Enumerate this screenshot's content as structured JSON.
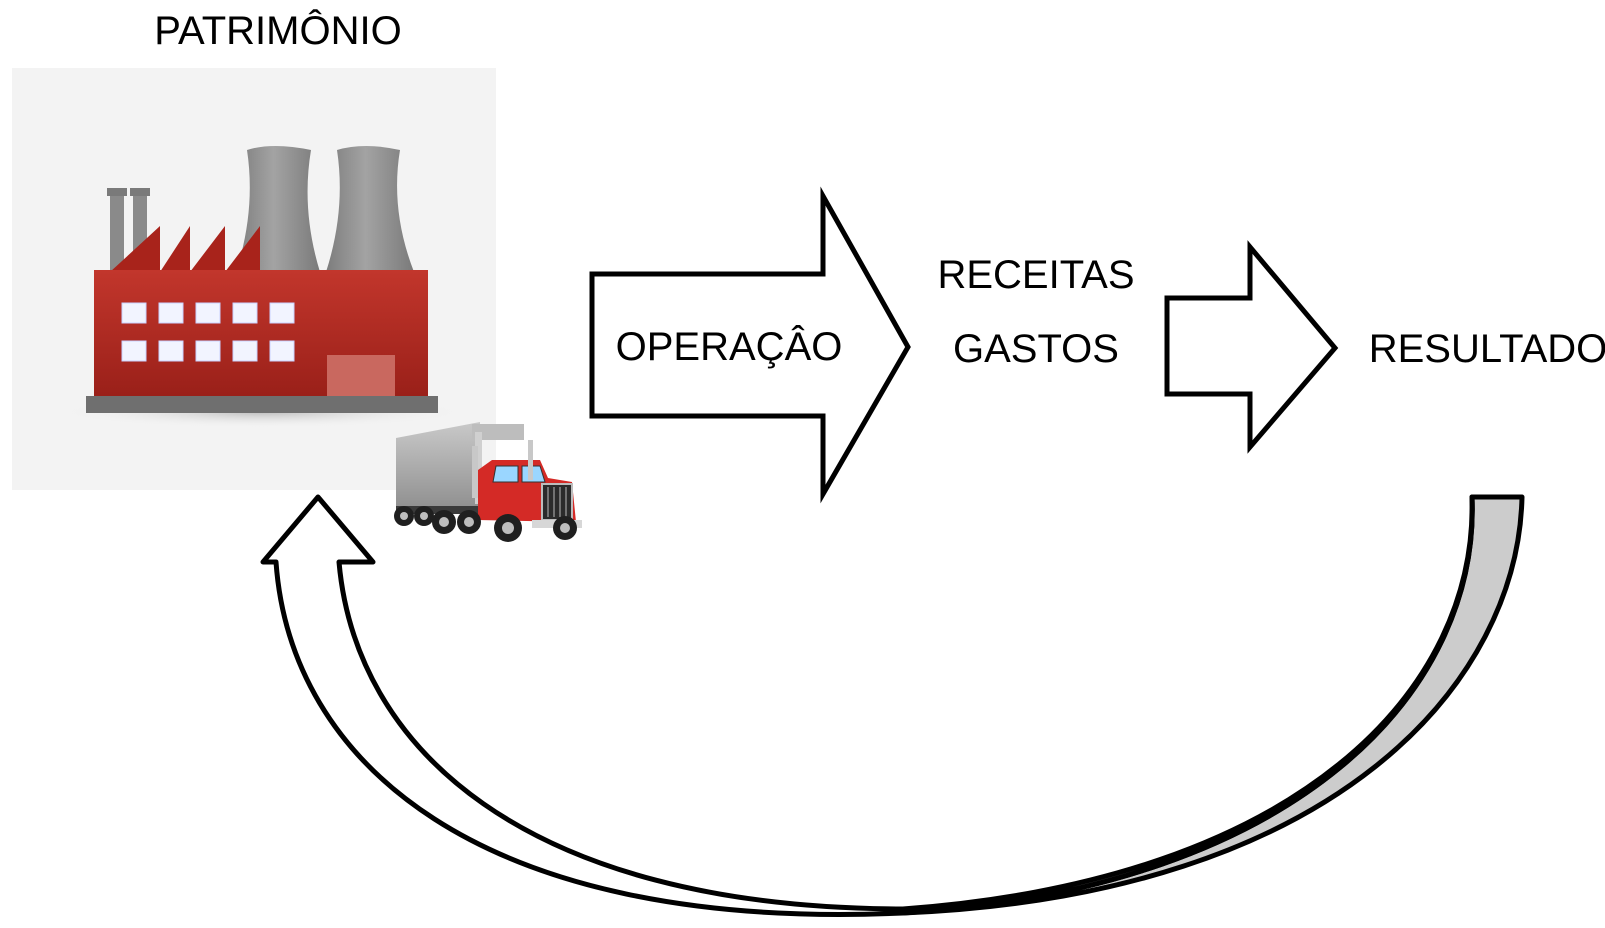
{
  "labels": {
    "patrimonio": "PATRIMÔNIO",
    "operacao": "OPERAÇÂO",
    "receitas": "RECEITAS",
    "gastos": "GASTOS",
    "resultado": "RESULTADO"
  },
  "illustrations": {
    "factory": "factory-icon",
    "truck": "truck-icon"
  },
  "colors": {
    "stroke": "#000000",
    "return_arrow_shadow": "#cccccc",
    "factory_body": "#b52b23",
    "factory_roof": "#a8231b",
    "tower": "#8f8f8f",
    "truck_cab": "#d42a26",
    "truck_trailer": "#a4a4a4"
  }
}
